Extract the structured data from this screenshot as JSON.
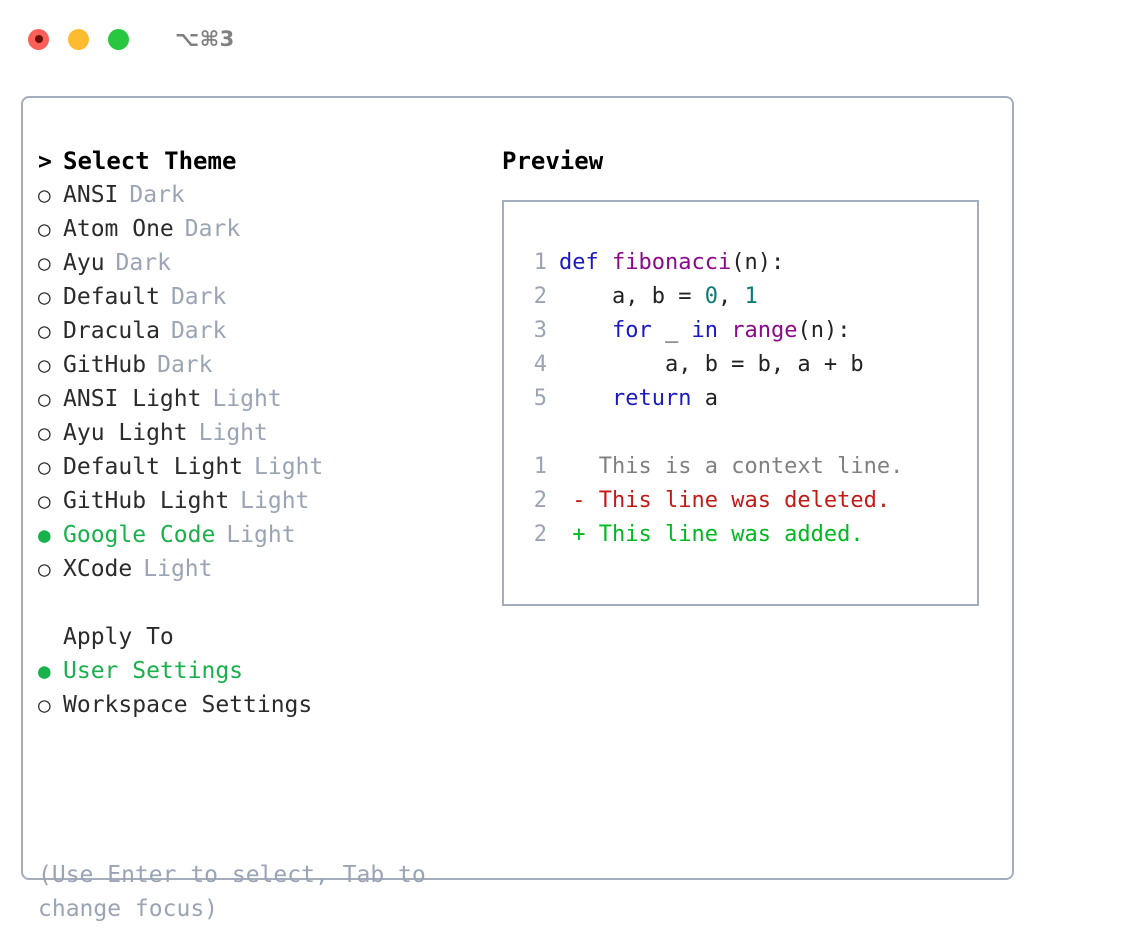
{
  "titlebar": {
    "shortcut": "⌥⌘3",
    "buttons": {
      "close": "close-window",
      "minimize": "minimize-window",
      "maximize": "maximize-window"
    }
  },
  "theme_picker": {
    "heading": "Select Theme",
    "heading_marker": ">",
    "marker_selected": "●",
    "marker_unselected": "○",
    "items": [
      {
        "label": "ANSI",
        "tag": "Dark",
        "selected": false
      },
      {
        "label": "Atom One",
        "tag": "Dark",
        "selected": false
      },
      {
        "label": "Ayu",
        "tag": "Dark",
        "selected": false
      },
      {
        "label": "Default",
        "tag": "Dark",
        "selected": false
      },
      {
        "label": "Dracula",
        "tag": "Dark",
        "selected": false
      },
      {
        "label": "GitHub",
        "tag": "Dark",
        "selected": false
      },
      {
        "label": "ANSI Light",
        "tag": "Light",
        "selected": false
      },
      {
        "label": "Ayu Light",
        "tag": "Light",
        "selected": false
      },
      {
        "label": "Default Light",
        "tag": "Light",
        "selected": false
      },
      {
        "label": "GitHub Light",
        "tag": "Light",
        "selected": false
      },
      {
        "label": "Google Code",
        "tag": "Light",
        "selected": true
      },
      {
        "label": "XCode",
        "tag": "Light",
        "selected": false
      }
    ]
  },
  "apply_to": {
    "heading": "Apply To",
    "items": [
      {
        "label": "User Settings",
        "selected": true
      },
      {
        "label": "Workspace Settings",
        "selected": false
      }
    ]
  },
  "hint": "(Use Enter to select, Tab to change focus)",
  "preview": {
    "heading": "Preview",
    "code_lines": [
      {
        "no": "1",
        "tokens": [
          {
            "t": "def ",
            "c": "kw"
          },
          {
            "t": "fibonacci",
            "c": "fn"
          },
          {
            "t": "(n):",
            "c": "txt"
          }
        ]
      },
      {
        "no": "2",
        "tokens": [
          {
            "t": "    a, b = ",
            "c": "txt"
          },
          {
            "t": "0",
            "c": "num"
          },
          {
            "t": ", ",
            "c": "txt"
          },
          {
            "t": "1",
            "c": "num"
          }
        ]
      },
      {
        "no": "3",
        "tokens": [
          {
            "t": "    ",
            "c": "txt"
          },
          {
            "t": "for",
            "c": "kw"
          },
          {
            "t": " _ ",
            "c": "txt"
          },
          {
            "t": "in",
            "c": "kw"
          },
          {
            "t": " ",
            "c": "txt"
          },
          {
            "t": "range",
            "c": "fn"
          },
          {
            "t": "(n):",
            "c": "txt"
          }
        ]
      },
      {
        "no": "4",
        "tokens": [
          {
            "t": "        a, b = b, a + b",
            "c": "txt"
          }
        ]
      },
      {
        "no": "5",
        "tokens": [
          {
            "t": "    ",
            "c": "txt"
          },
          {
            "t": "return",
            "c": "kw"
          },
          {
            "t": " a",
            "c": "txt"
          }
        ]
      }
    ],
    "diff_lines": [
      {
        "no": "1",
        "sign": " ",
        "text": "This is a context line.",
        "kind": "ctx"
      },
      {
        "no": "2",
        "sign": "-",
        "text": "This line was deleted.",
        "kind": "del"
      },
      {
        "no": "2",
        "sign": "+",
        "text": "This line was added.",
        "kind": "add"
      }
    ]
  },
  "colors": {
    "accent_green": "#18b14b",
    "muted": "#9aa4b4",
    "border": "#a3adbd",
    "keyword": "#1a1ac0",
    "function": "#8b0a8b",
    "number": "#0d7a7a",
    "diff_deleted": "#c41a16",
    "diff_added": "#00b81f",
    "diff_context": "#808080"
  }
}
